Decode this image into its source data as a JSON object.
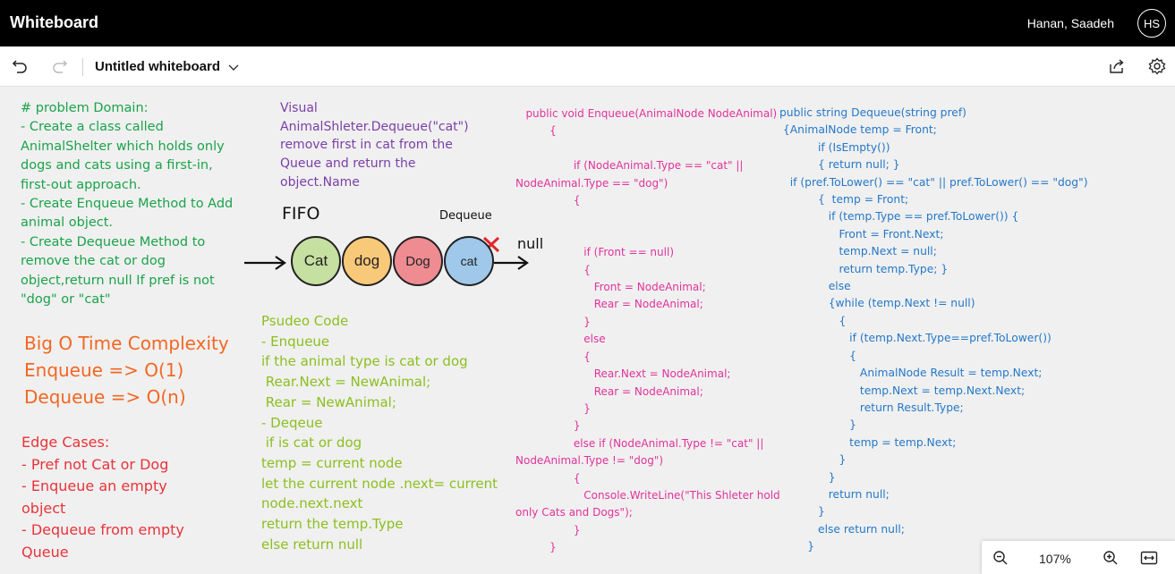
{
  "app": {
    "title": "Whiteboard",
    "user_name": "Hanan, Saadeh",
    "user_initials": "HS"
  },
  "toolbar": {
    "board_title": "Untitled whiteboard",
    "icons": [
      "undo-icon",
      "redo-icon",
      "chevron-down-icon",
      "share-icon",
      "settings-icon"
    ]
  },
  "canvas": {
    "problem_domain": "# problem Domain:\n- Create a class called\nAnimalShelter which holds only\ndogs and cats using a first-in,\nfirst-out approach.\n- Create Enqueue Method to Add\nanimal object.\n- Create Dequeue Method to\nremove the cat or dog\nobject,return null If pref is not\n\"dog\" or \"cat\"",
    "visual_note": "Visual\nAnimalShleter.Dequeue(\"cat\")\nremove first in cat from the\nQueue and return the\nobject.Name",
    "fifo_label": "FIFO",
    "dequeue_label": "Dequeue",
    "null_label": "null",
    "queue_nodes": [
      "Cat",
      "dog",
      "Dog",
      "cat"
    ],
    "queue_colors": [
      "#c5e0a0",
      "#f9c97a",
      "#ee8c91",
      "#9fc8ea"
    ],
    "big_o": "Big O Time Complexity\nEnqueue => O(1)\nDequeue => O(n)",
    "edge_cases": "Edge Cases:\n- Pref not Cat or Dog\n- Enqueue an empty\nobject\n- Dequeue from empty\nQueue",
    "pseudo_code": "Psudeo Code\n- Enqueue\nif the animal type is cat or dog\n Rear.Next = NewAnimal;\n Rear = NewAnimal;\n- Deqeue\n if is cat or dog\ntemp = current node\nlet the current node .next= current\nnode.next.next\nreturn the temp.Type\nelse return null",
    "enqueue_code": "   public void Enqueue(AnimalNode NodeAnimal)\n          {\n\n                 if (NodeAnimal.Type == \"cat\" ||\nNodeAnimal.Type == \"dog\")\n                 {\n\n\n                    if (Front == null)\n                    {\n                       Front = NodeAnimal;\n                       Rear = NodeAnimal;\n                    }\n                    else\n                    {\n                       Rear.Next = NodeAnimal;\n                       Rear = NodeAnimal;\n                    }\n                 }\n                 else if (NodeAnimal.Type != \"cat\" ||\nNodeAnimal.Type != \"dog\")\n                 {\n                    Console.WriteLine(\"This Shleter hold\nonly Cats and Dogs\");\n                 }\n          }",
    "dequeue_code": "public string Dequeue(string pref)\n {AnimalNode temp = Front;\n           if (IsEmpty())\n           { return null; }\n   if (pref.ToLower() == \"cat\" || pref.ToLower() == \"dog\")\n           {  temp = Front;\n              if (temp.Type == pref.ToLower()) {\n                 Front = Front.Next;\n                 temp.Next = null;\n                 return temp.Type; }\n              else\n              {while (temp.Next != null)\n                 {\n                    if (temp.Next.Type==pref.ToLower())\n                    {\n                       AnimalNode Result = temp.Next;\n                       temp.Next = temp.Next.Next;\n                       return Result.Type;\n                    }\n                    temp = temp.Next;\n                 }\n              }\n              return null;\n           }\n           else return null;\n        }"
  },
  "zoom": {
    "level": "107%"
  }
}
